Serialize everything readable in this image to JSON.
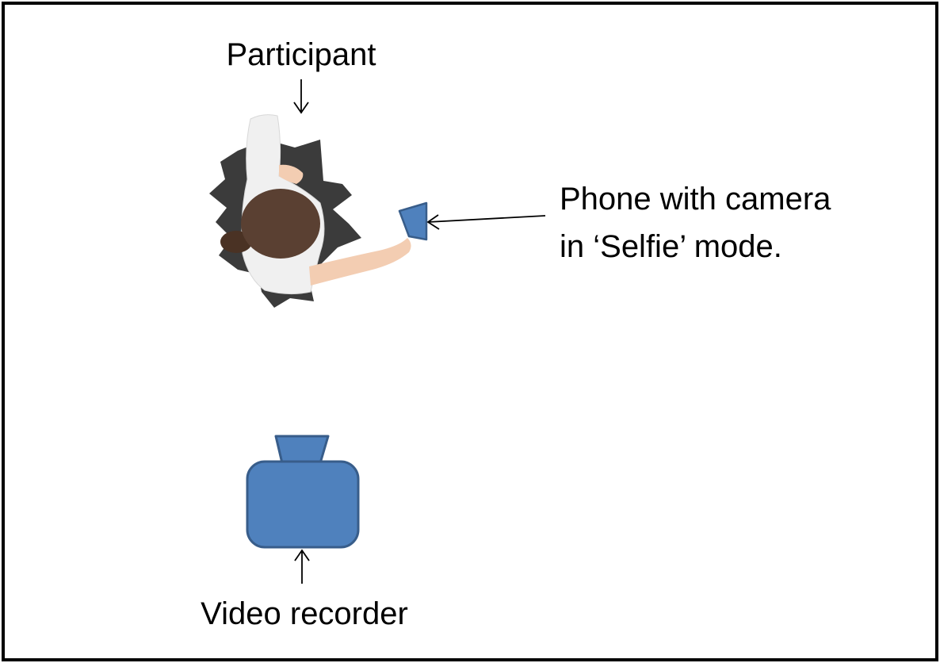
{
  "labels": {
    "participant": "Participant",
    "phone_line1": "Phone with camera",
    "phone_line2": "in ‘Selfie’ mode.",
    "video_recorder": "Video recorder"
  },
  "icons": {
    "participant": "person-top-view-icon",
    "phone": "phone-icon",
    "video_recorder": "video-camera-icon"
  },
  "colors": {
    "device_fill": "#4f81bd",
    "device_stroke": "#385d8a",
    "hair": "#5a4032",
    "shirt": "#f0f0f0",
    "skin": "#f3cdb2",
    "dark_clothing": "#3b3b3b"
  }
}
